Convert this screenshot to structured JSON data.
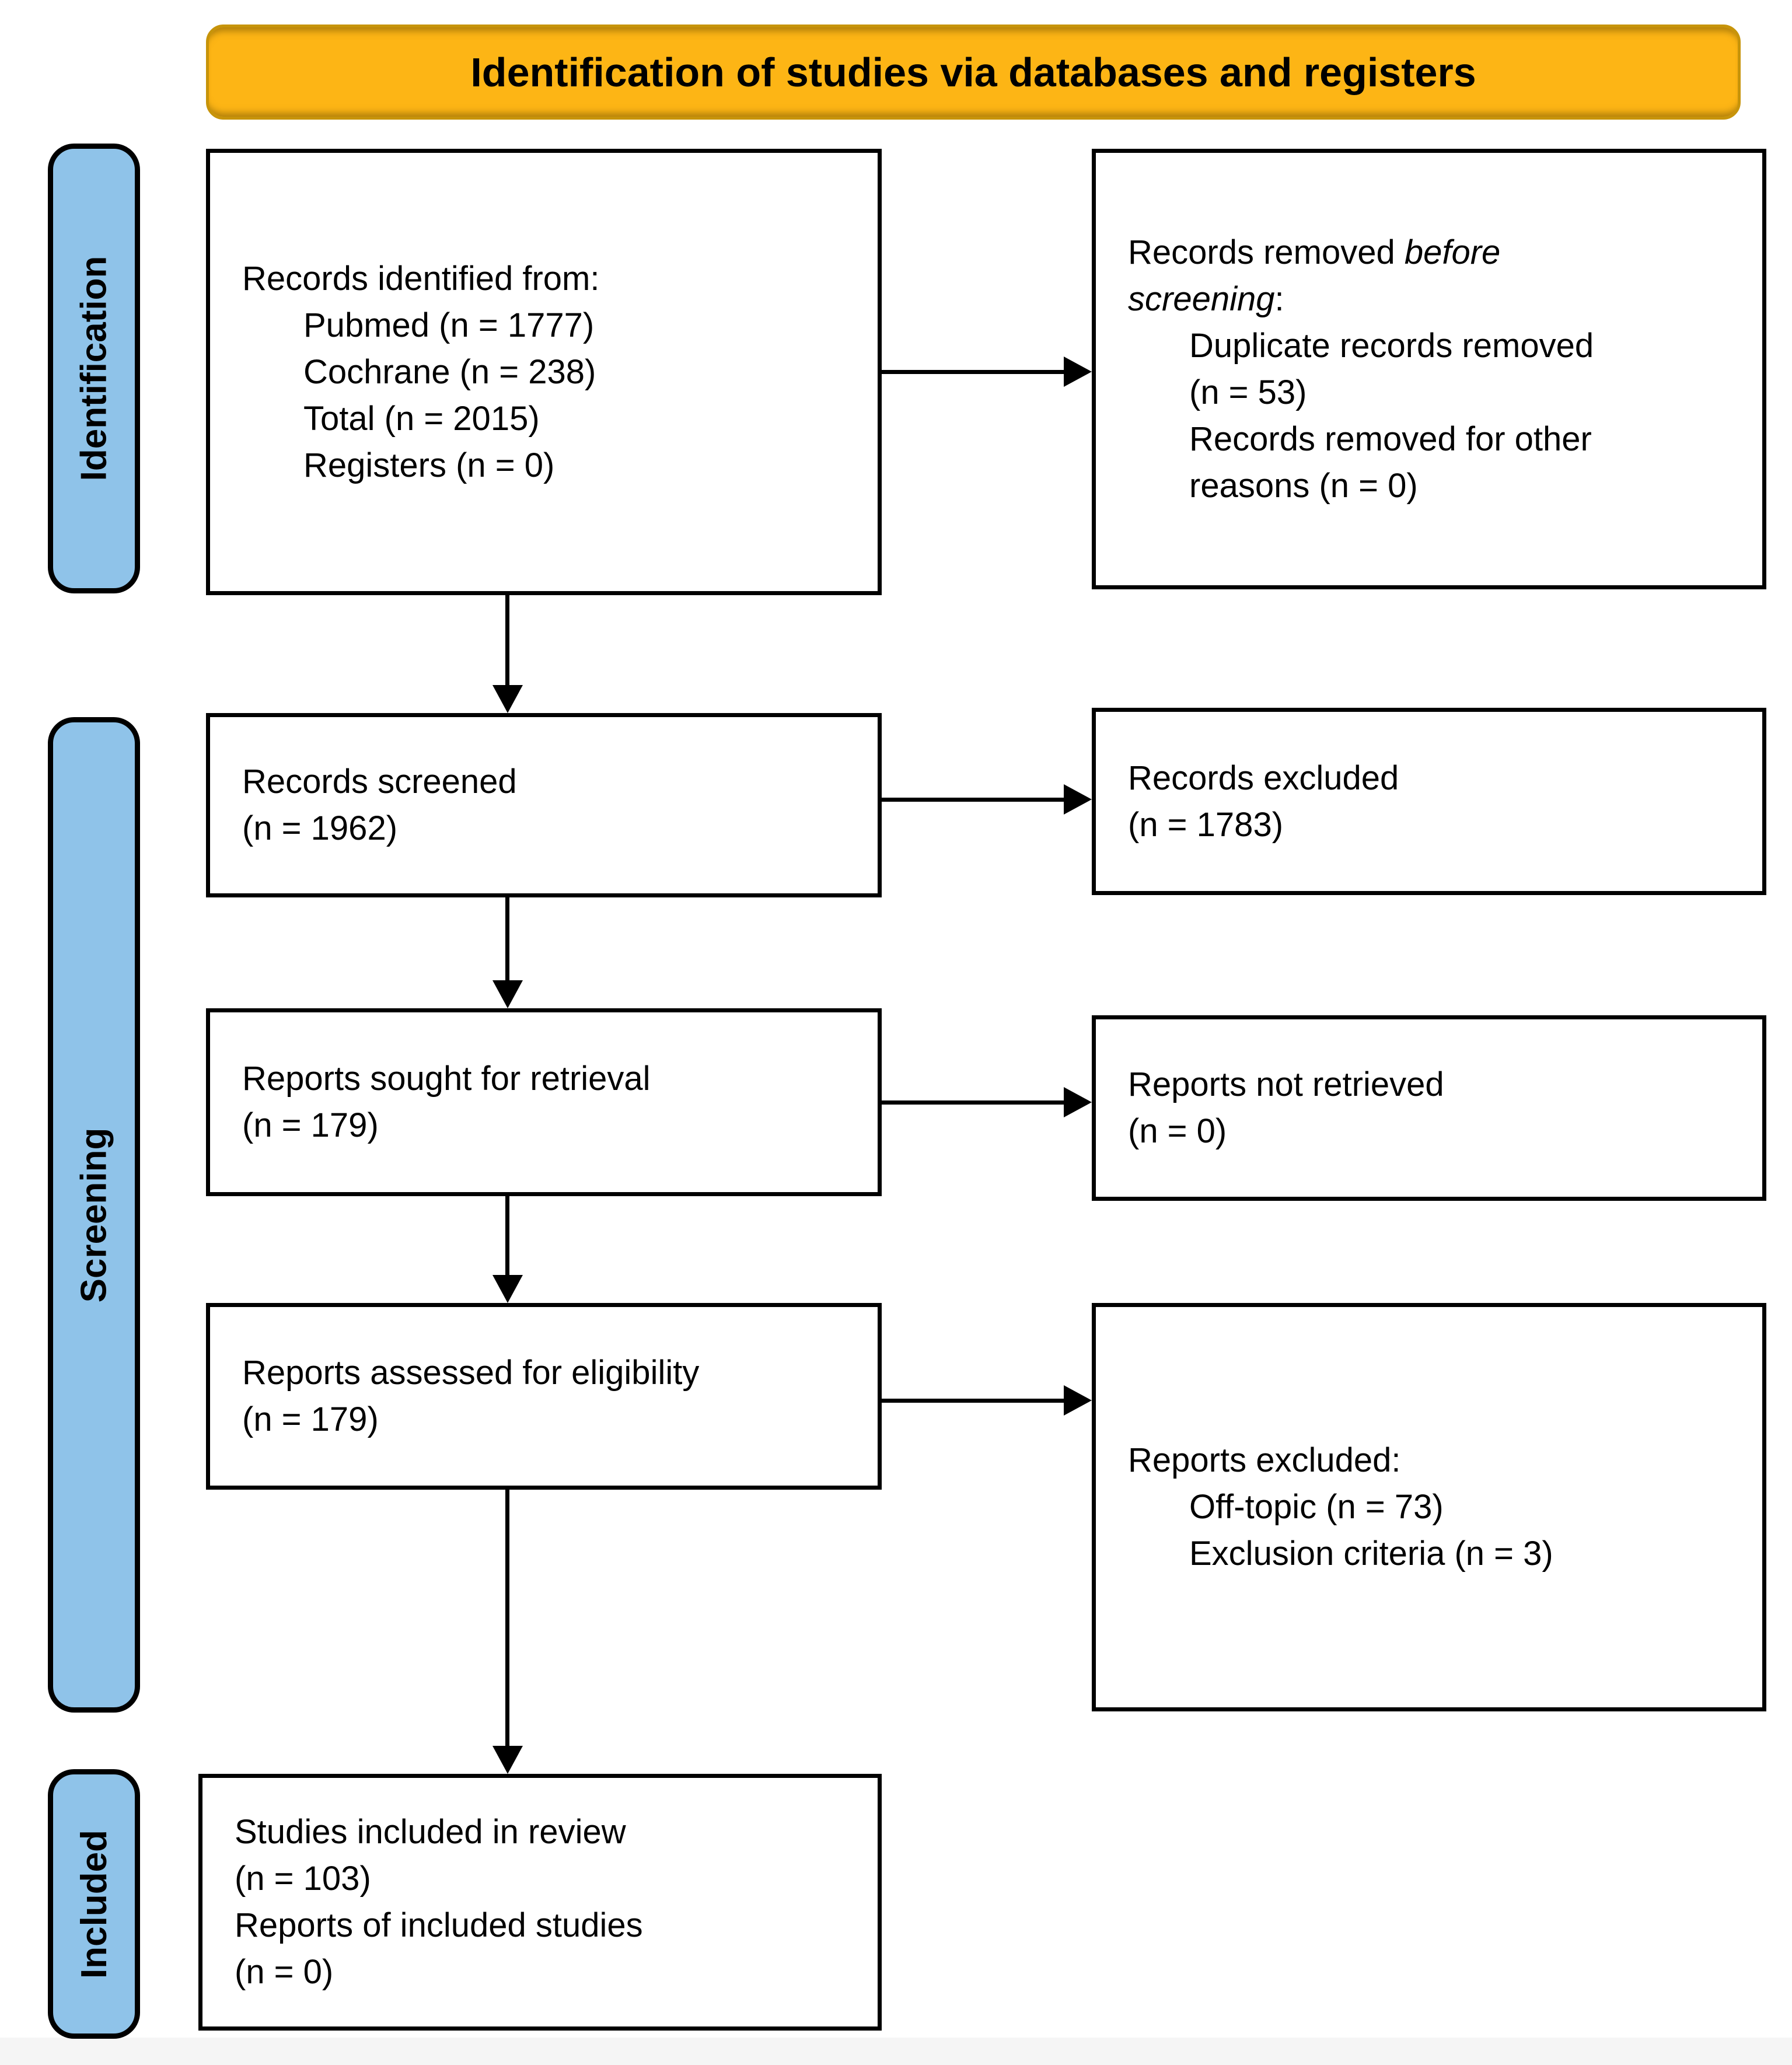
{
  "title_banner": "Identification of studies via databases and registers",
  "colors": {
    "banner_orange": "#FDB515",
    "banner_edge": "#C7940A",
    "label_blue": "#8FC3E9",
    "ink": "#000000"
  },
  "stage_labels": {
    "identification": "Identification",
    "screening": "Screening",
    "included": "Included"
  },
  "boxes": {
    "identified": {
      "lines": [
        "Records identified from:",
        "Pubmed (n = 1777)",
        "Cochrane (n = 238)",
        "Total (n = 2015)",
        "Registers (n = 0)"
      ]
    },
    "removed": {
      "line1_prefix": "Records removed ",
      "line1_italic": "before",
      "line2_italic": "screening",
      "line2_suffix": ":",
      "sub_lines": [
        "Duplicate records removed",
        "(n = 53)",
        "Records removed for other",
        "reasons (n = 0)"
      ]
    },
    "screened": {
      "lines": [
        "Records screened",
        "(n = 1962)"
      ]
    },
    "records_excluded": {
      "lines": [
        "Records excluded",
        "(n = 1783)"
      ]
    },
    "sought": {
      "lines": [
        "Reports sought for retrieval",
        "(n = 179)"
      ]
    },
    "not_retrieved": {
      "lines": [
        "Reports not retrieved",
        "(n = 0)"
      ]
    },
    "assessed": {
      "lines": [
        "Reports assessed for eligibility",
        "(n = 179)"
      ]
    },
    "reports_excluded": {
      "header": "Reports excluded:",
      "sub_lines": [
        "Off-topic (n = 73)",
        "Exclusion criteria (n = 3)"
      ]
    },
    "included_studies": {
      "lines": [
        "Studies included in review",
        "(n = 103)",
        "Reports of included studies",
        "(n = 0)"
      ]
    }
  }
}
